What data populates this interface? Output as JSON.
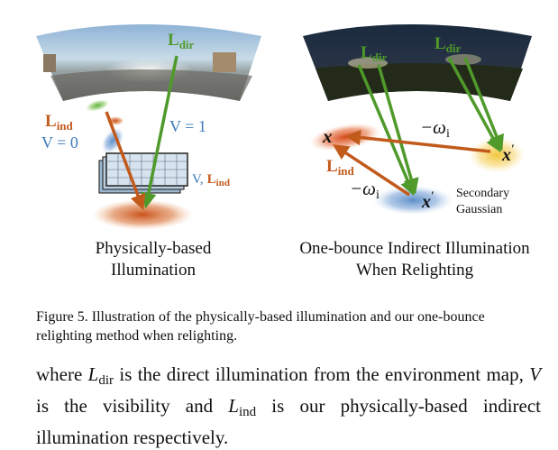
{
  "figure": {
    "left_panel": {
      "l_dir": "L",
      "l_dir_sub": "dir",
      "l_ind": "L",
      "l_ind_sub": "ind",
      "v_zero": "V = 0",
      "v_one": "V = 1",
      "grid_label_v": "V,",
      "grid_label_l": "L",
      "grid_label_l_sub": "ind",
      "caption_line1": "Physically-based",
      "caption_line2": "Illumination"
    },
    "right_panel": {
      "l_dir_1": "L",
      "l_dir_1_sub": "dir",
      "l_dir_2": "L",
      "l_dir_2_sub": "dir",
      "x_label": "x",
      "x_prime_1": "x",
      "x_prime_2": "x",
      "prime": "′",
      "neg_omega_1": "−ω",
      "neg_omega_1_sub": "i",
      "neg_omega_2": "−ω",
      "neg_omega_2_sub": "i",
      "l_ind": "L",
      "l_ind_sub": "ind",
      "secondary_line1": "Secondary",
      "secondary_line2": "Gaussian",
      "caption_line1": "One-bounce Indirect Illumination",
      "caption_line2": "When Relighting"
    },
    "colors": {
      "green": "#4f9a2a",
      "orange": "#c25a1c",
      "blue": "#3f79b8"
    }
  },
  "caption": {
    "label": "Figure 5.",
    "text": "Illustration of the physically-based illumination and our one-bounce relighting method when relighting."
  },
  "body": {
    "part1": "where",
    "l_dir": "L",
    "l_dir_sub": "dir",
    "part2": "is the direct illumination from the environment map,",
    "v": "V",
    "part3": "is the visibility and",
    "l_ind": "L",
    "l_ind_sub": "ind",
    "part4": "is our physically-based indirect illumination respectively."
  }
}
